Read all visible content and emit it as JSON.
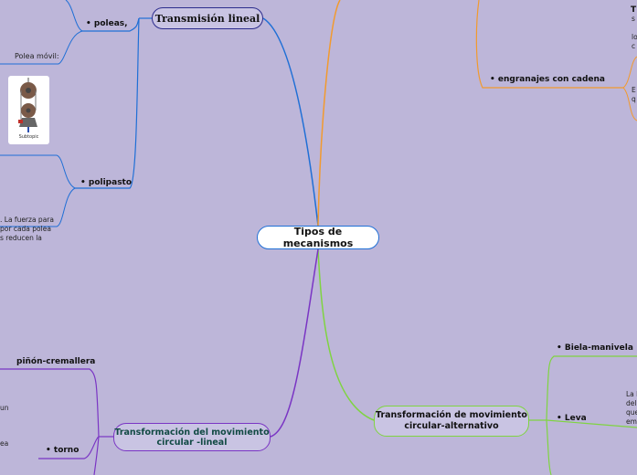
{
  "central": {
    "label": "Tipos de mecanismos"
  },
  "transmision": {
    "label": "Transmisión lineal",
    "children": {
      "poleas": "• poleas,",
      "polea_movil": "Polea móvil:",
      "polipasto": "• polipasto",
      "polipasto_text": [
        ". La fuerza para",
        " por cada polea",
        "s reducen la"
      ],
      "image_caption": "Subtopic"
    }
  },
  "right_top": {
    "engranajes": "•       engranajes con cadena",
    "frag_T": "T",
    "frag_s": "s",
    "frag_lo": "lo",
    "frag_c": "c",
    "frag_E": "E",
    "frag_q": "q"
  },
  "circ_lineal": {
    "label_line1": "Transformación del movimiento",
    "label_line2": "circular -lineal",
    "children": {
      "pinon": "piñón-cremallera",
      "torno": "•      torno",
      "frag_un": "un",
      "frag_ea": "ea"
    }
  },
  "circ_alt": {
    "label_line1": "Transformación de movimiento",
    "label_line2": "circular-alternativo",
    "children": {
      "biela": "•       Biela-manivela",
      "leva": "•       Leva",
      "frag_la": "La l",
      "frag_del": "del",
      "frag_que": "que",
      "frag_em": "em"
    }
  },
  "colors": {
    "blue": "#1f6fd6",
    "orange": "#f29a2e",
    "green": "#7fd441",
    "purple": "#7a35c4"
  }
}
